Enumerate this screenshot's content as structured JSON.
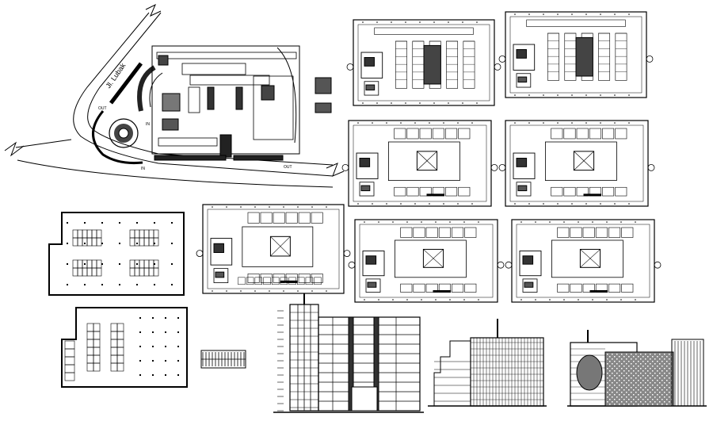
{
  "site_plan": {
    "street_name": "Jl. Lubak",
    "out_label_top": "OUT",
    "in_label_left": "IN",
    "in_label_bottom": "IN",
    "out_label_bottom": "OUT"
  }
}
